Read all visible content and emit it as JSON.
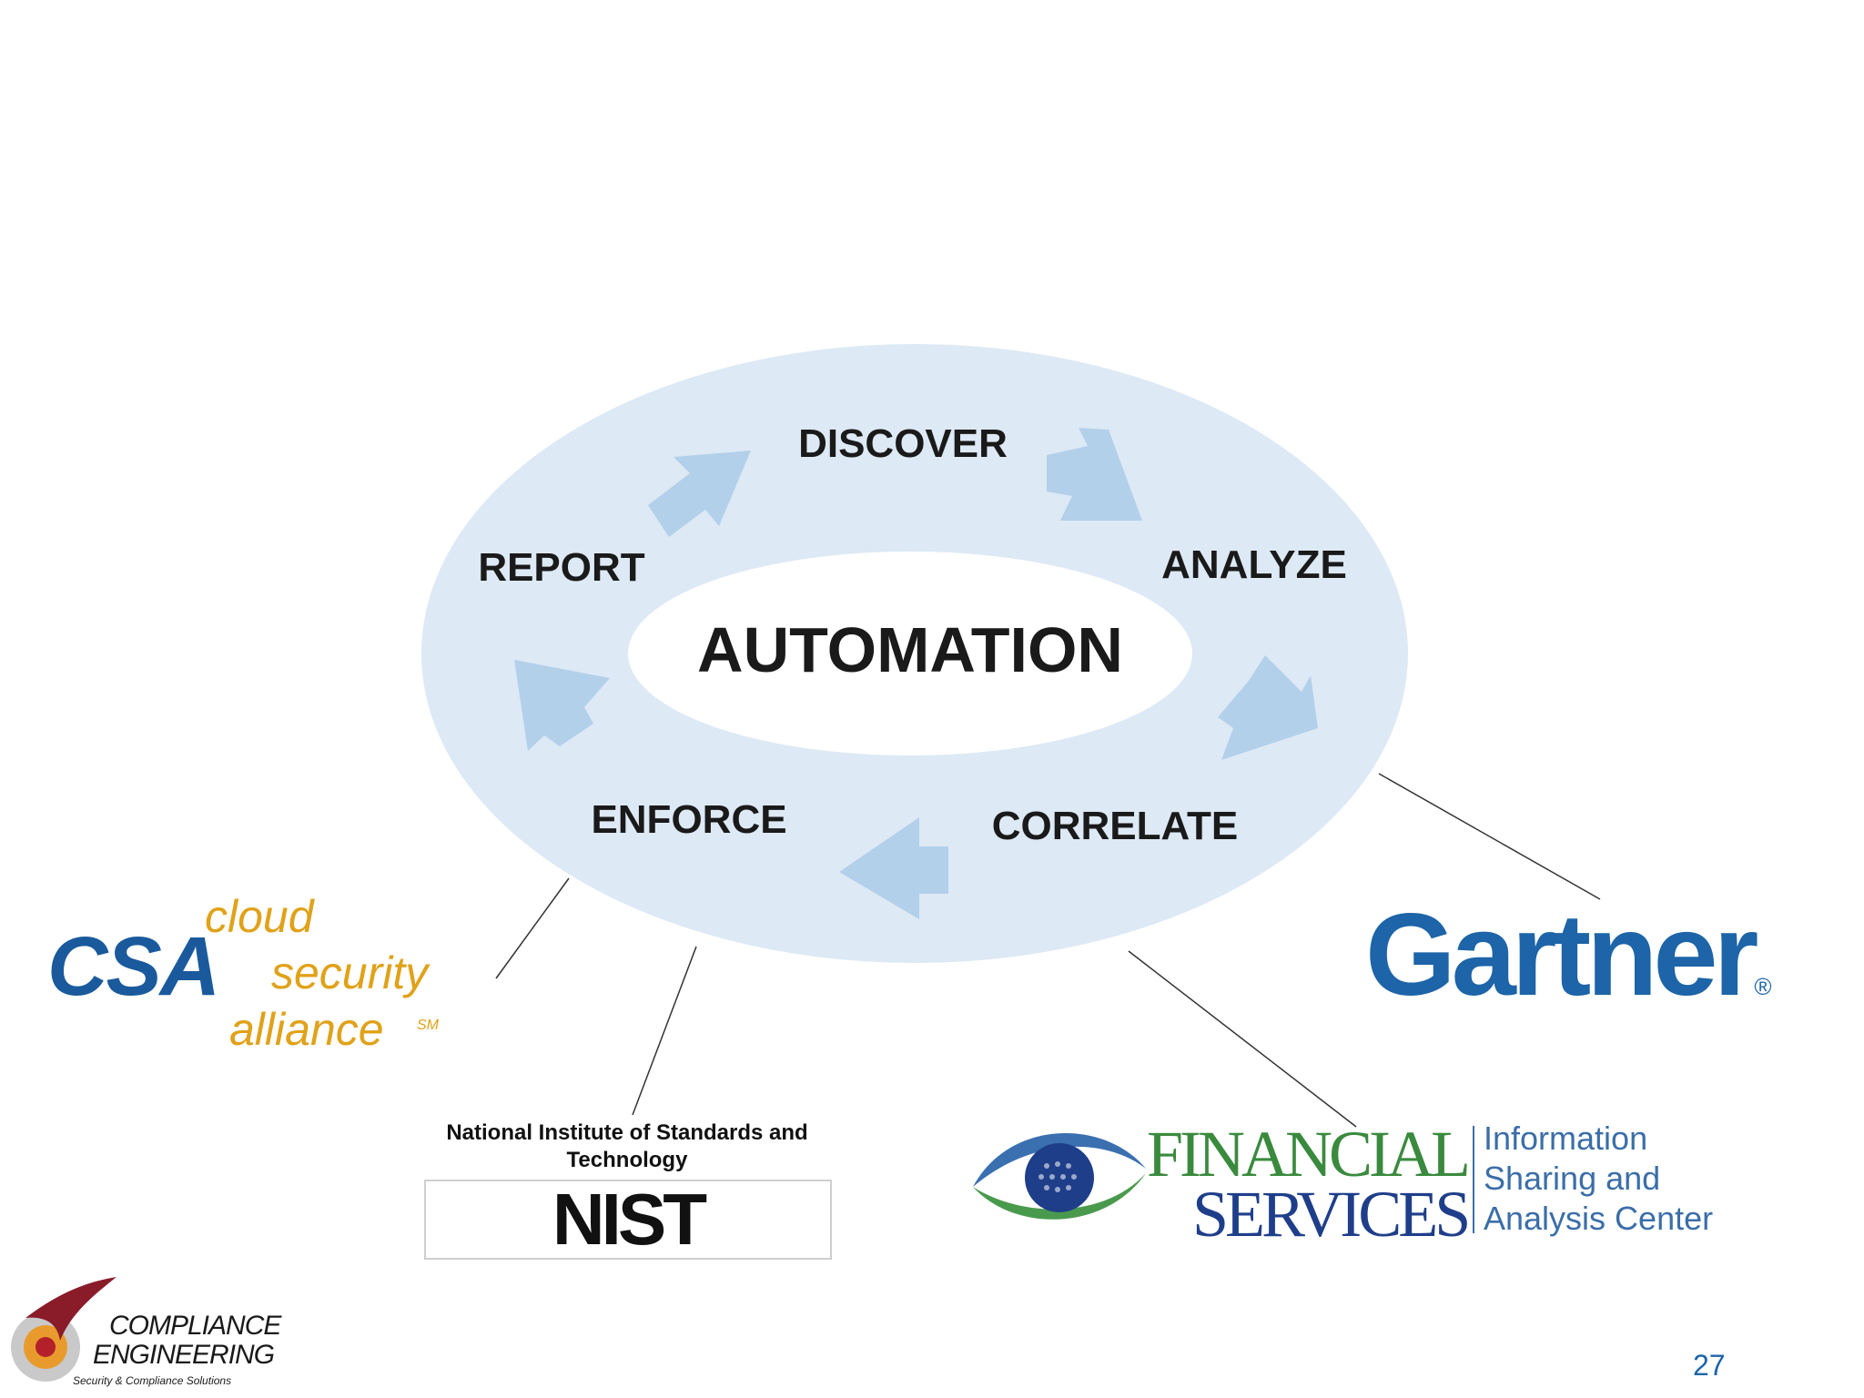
{
  "diagram": {
    "center": "AUTOMATION",
    "stages": [
      "DISCOVER",
      "ANALYZE",
      "CORRELATE",
      "ENFORCE",
      "REPORT"
    ]
  },
  "logos": {
    "csa": {
      "abbr": "CSA",
      "line1": "cloud",
      "line2": "security",
      "line3": "alliance",
      "mark": "SM"
    },
    "nist": {
      "caption": "National Institute of Standards and Technology",
      "word": "NIST"
    },
    "gartner": {
      "name": "Gartner",
      "mark": "®"
    },
    "fsisac": {
      "line1": "FINANCIAL",
      "line2": "SERVICES",
      "side": [
        "Information",
        "Sharing and",
        "Analysis Center"
      ]
    },
    "compliance_engineering": {
      "line1": "COMPLIANCE",
      "line2": "ENGINEERING",
      "tagline": "Security & Compliance Solutions"
    }
  },
  "page_number": "27",
  "colors": {
    "ellipse": "#dde9f5",
    "arrow": "#b3d0ea",
    "gartner": "#1d64a8",
    "csa_blue": "#1a5a9c",
    "csa_gold": "#e0a21a"
  }
}
